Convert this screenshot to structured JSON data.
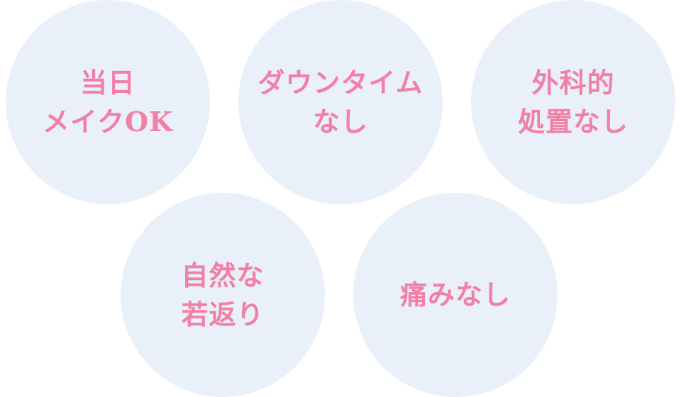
{
  "features": [
    {
      "label": "当日\nメイクOK"
    },
    {
      "label": "ダウンタイム\nなし"
    },
    {
      "label": "外科的\n処置なし"
    },
    {
      "label": "自然な\n若返り"
    },
    {
      "label": "痛みなし"
    }
  ]
}
